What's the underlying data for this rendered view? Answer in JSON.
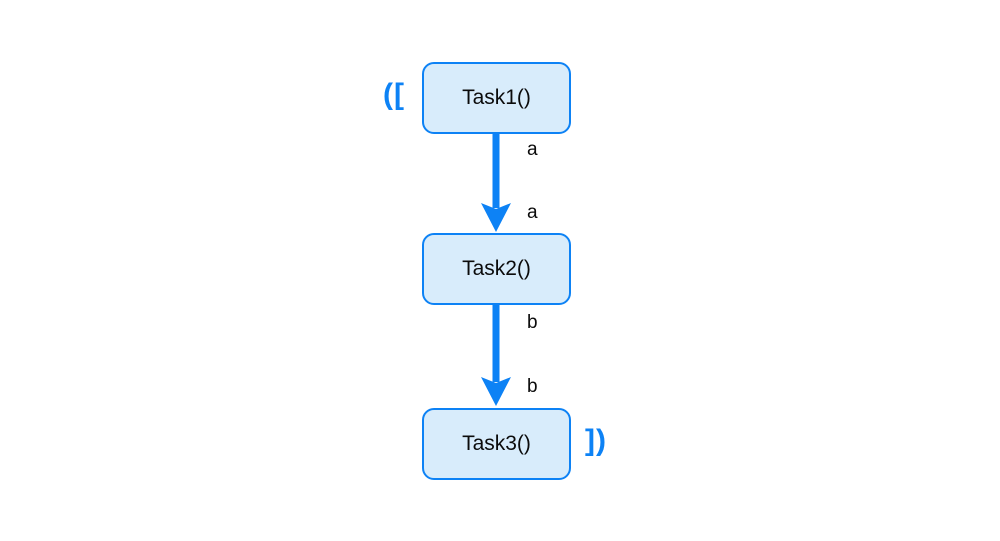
{
  "diagram": {
    "nodes": [
      {
        "label": "Task1()"
      },
      {
        "label": "Task2()"
      },
      {
        "label": "Task3()"
      }
    ],
    "edges": [
      {
        "from": "Task1()",
        "to": "Task2()",
        "source_label": "a",
        "target_label": "a"
      },
      {
        "from": "Task2()",
        "to": "Task3()",
        "source_label": "b",
        "target_label": "b"
      }
    ],
    "decorations": {
      "open_bracket": "([",
      "close_bracket": "])"
    },
    "colors": {
      "accent": "#0d82f5",
      "node_fill": "#d8ecfb",
      "text": "#0b0b0b",
      "background": "#ffffff"
    }
  }
}
